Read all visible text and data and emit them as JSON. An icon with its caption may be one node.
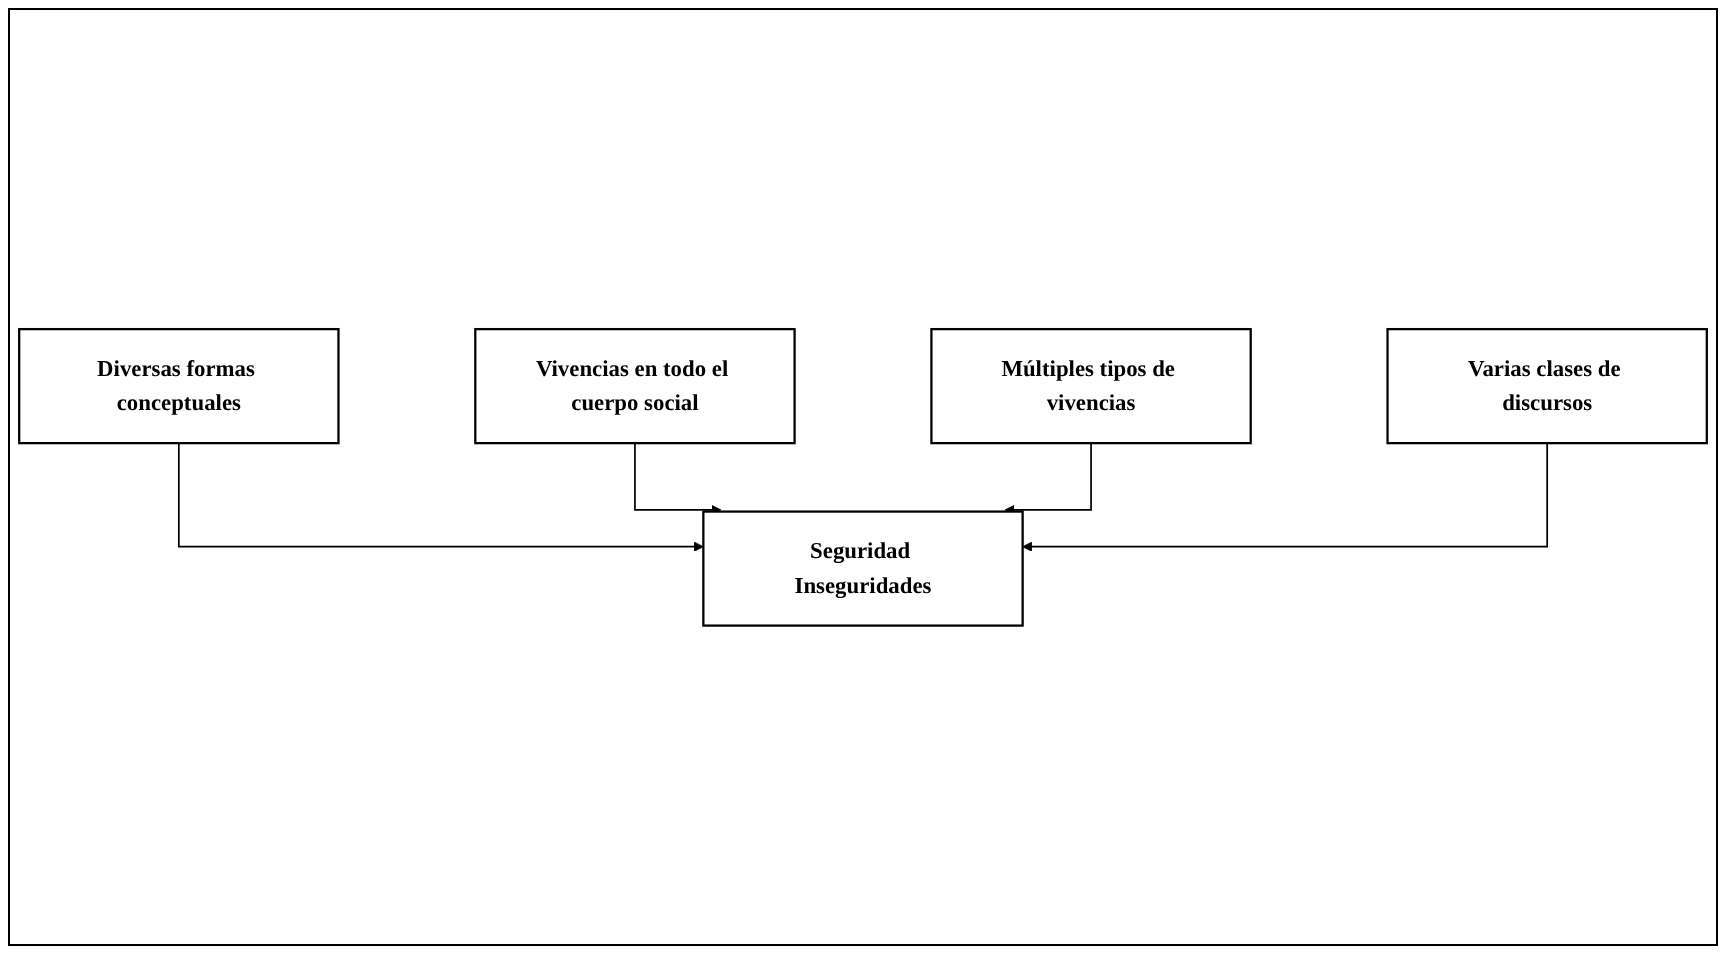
{
  "diagram": {
    "nodes": [
      {
        "text": [
          "Diversas formas conceptuales"
        ]
      },
      {
        "text": [
          "Vivencias en todo el cuerpo social"
        ]
      },
      {
        "text": [
          "Seguridad Inseguridades"
        ]
      },
      {
        "text": [
          "Múltiples tipos de vivencias"
        ]
      },
      {
        "text": [
          "Varias clases de discursos"
        ]
      }
    ],
    "edges": [
      {
        "from": 0,
        "to": 2,
        "arrow": "to"
      },
      {
        "from": 1,
        "to": 2,
        "arrow": "to"
      },
      {
        "from": 3,
        "to": 2,
        "arrow": "to"
      },
      {
        "from": 4,
        "to": 2,
        "arrow": "to"
      }
    ]
  }
}
